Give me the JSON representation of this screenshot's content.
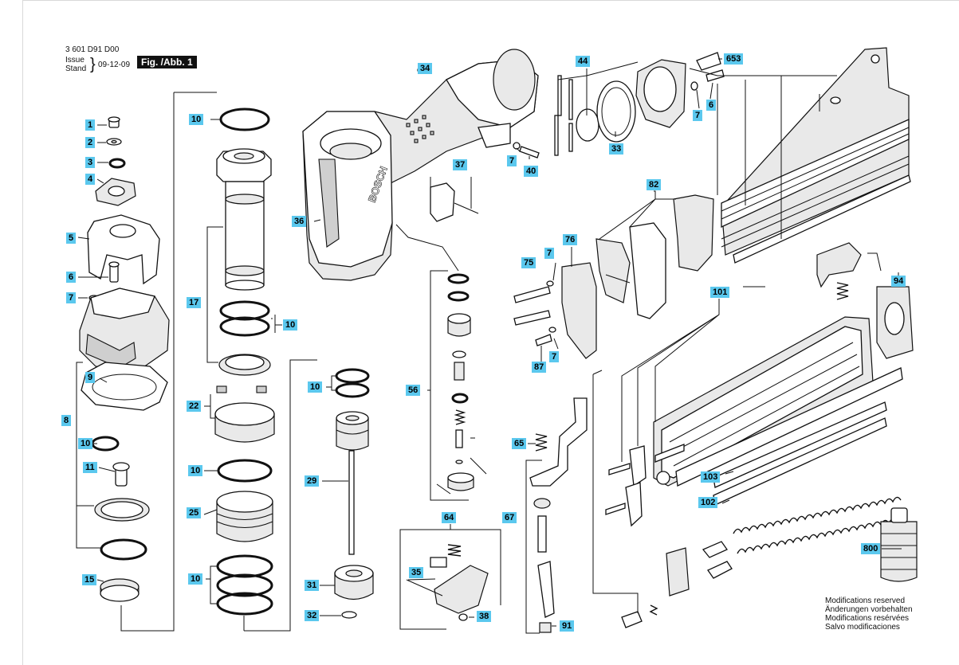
{
  "header": {
    "doc_number": "3 601 D91 D00",
    "issue_label": "Issue",
    "stand_label": "Stand",
    "brace": "}",
    "date": "09-12-09",
    "figure_tag": "Fig. /Abb. 1"
  },
  "modifications": [
    "Modifications reserved",
    "Änderungen vorbehalten",
    "Modifications resérvées",
    "Salvo modificaciones"
  ],
  "part_labels": [
    "1",
    "2",
    "3",
    "4",
    "5",
    "6",
    "7",
    "8",
    "9",
    "10",
    "10",
    "11",
    "10",
    "15",
    "25",
    "10",
    "22",
    "17",
    "10",
    "10",
    "29",
    "31",
    "32",
    "34",
    "36",
    "44",
    "653",
    "7",
    "6",
    "7",
    "40",
    "33",
    "37",
    "56",
    "65",
    "64",
    "35",
    "38",
    "67",
    "91",
    "82",
    "76",
    "75",
    "7",
    "87",
    "7",
    "101",
    "94",
    "103",
    "102",
    "800"
  ],
  "brand": "BOSCH",
  "colors": {
    "label_bg": "#5bc8ee",
    "line": "#111111"
  }
}
